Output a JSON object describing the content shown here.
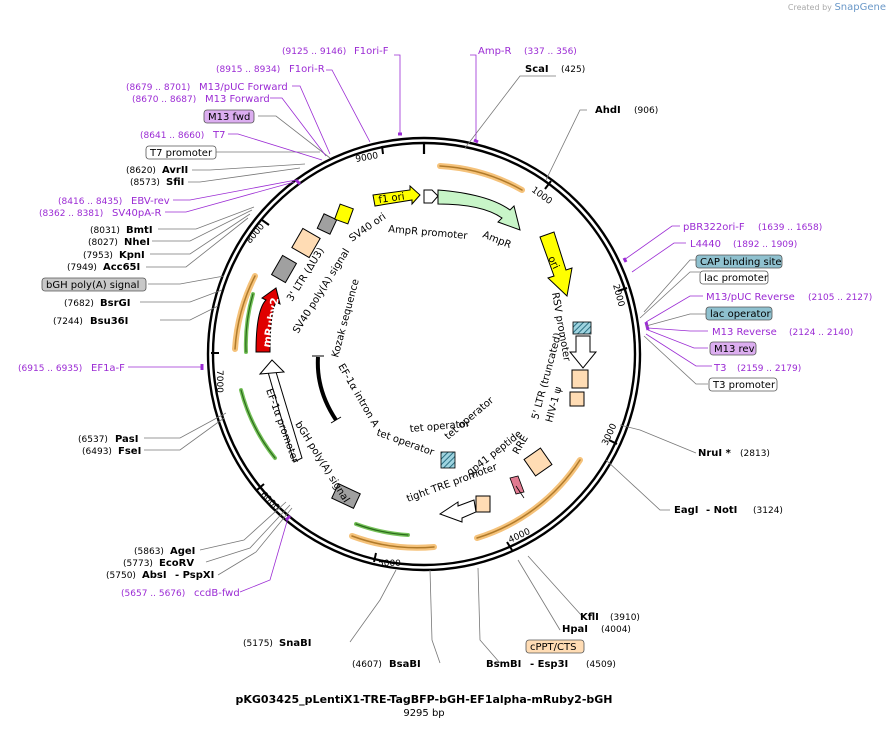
{
  "credit": {
    "prefix": "Created by",
    "brand": "SnapGene"
  },
  "plasmid": {
    "name": "pKG03425_pLentiX1-TRE-TagBFP-bGH-EF1alpha-mRuby2-bGH",
    "length": "9295 bp"
  },
  "ticks": [
    "1000",
    "2000",
    "3000",
    "4000",
    "5000",
    "6000",
    "7000",
    "8000",
    "9000"
  ],
  "sites": [
    {
      "name": "ScaI",
      "pos": "(425)"
    },
    {
      "name": "AhdI",
      "pos": "(906)"
    },
    {
      "name": "NruI *",
      "pos": "(2813)"
    },
    {
      "name": "EagI",
      "name2": "- NotI",
      "pos": "(3124)"
    },
    {
      "name": "KflI",
      "pos": "(3910)"
    },
    {
      "name": "HpaI",
      "pos": "(4004)"
    },
    {
      "name": "BsmBI",
      "name2": "- Esp3I",
      "pos": "(4509)"
    },
    {
      "name": "BsaBI",
      "pos": "(4607)"
    },
    {
      "name": "SnaBI",
      "pos": "(5175)"
    },
    {
      "name": "AgeI",
      "pos": "(5863)"
    },
    {
      "name": "EcoRV",
      "pos": "(5773)"
    },
    {
      "name": "AbsI",
      "name2": "- PspXI",
      "pos": "(5750)"
    },
    {
      "name": "PasI",
      "pos": "(6537)"
    },
    {
      "name": "FseI",
      "pos": "(6493)"
    },
    {
      "name": "Bsu36I",
      "pos": "(7244)"
    },
    {
      "name": "BsrGI",
      "pos": "(7682)"
    },
    {
      "name": "Acc65I",
      "pos": "(7949)"
    },
    {
      "name": "KpnI",
      "pos": "(7953)"
    },
    {
      "name": "NheI",
      "pos": "(8027)"
    },
    {
      "name": "BmtI",
      "pos": "(8031)"
    },
    {
      "name": "SfiI",
      "pos": "(8573)"
    },
    {
      "name": "AvrII",
      "pos": "(8620)"
    }
  ],
  "primers": [
    {
      "name": "F1ori-F",
      "pos": "(9125 .. 9146)"
    },
    {
      "name": "F1ori-R",
      "pos": "(8915 .. 8934)"
    },
    {
      "name": "M13/pUC Forward",
      "pos": "(8679 .. 8701)"
    },
    {
      "name": "M13 Forward",
      "pos": "(8670 .. 8687)"
    },
    {
      "name": "T7",
      "pos": "(8641 .. 8660)"
    },
    {
      "name": "EBV-rev",
      "pos": "(8416 .. 8435)"
    },
    {
      "name": "SV40pA-R",
      "pos": "(8362 .. 8381)"
    },
    {
      "name": "EF1a-F",
      "pos": "(6915 .. 6935)"
    },
    {
      "name": "ccdB-fwd",
      "pos": "(5657 .. 5676)"
    },
    {
      "name": "Amp-R",
      "pos": "(337 .. 356)"
    },
    {
      "name": "pBR322ori-F",
      "pos": "(1639 .. 1658)"
    },
    {
      "name": "L4440",
      "pos": "(1892 .. 1909)"
    },
    {
      "name": "M13/pUC Reverse",
      "pos": "(2105 .. 2127)"
    },
    {
      "name": "M13 Reverse",
      "pos": "(2124 .. 2140)"
    },
    {
      "name": "T3",
      "pos": "(2159 .. 2179)"
    }
  ],
  "boxed_labels": [
    {
      "text": "M13 fwd",
      "kind": "primer"
    },
    {
      "text": "T7 promoter",
      "kind": "promoter"
    },
    {
      "text": "bGH poly(A) signal",
      "kind": "polyA"
    },
    {
      "text": "CAP binding site",
      "kind": "protein-bind"
    },
    {
      "text": "lac promoter",
      "kind": "promoter"
    },
    {
      "text": "lac operator",
      "kind": "protein-bind"
    },
    {
      "text": "M13 rev",
      "kind": "primer"
    },
    {
      "text": "T3 promoter",
      "kind": "promoter"
    },
    {
      "text": "cPPT/CTS",
      "kind": "misc"
    }
  ],
  "features": [
    "f1 ori",
    "AmpR promoter",
    "AmpR",
    "ori",
    "RSV promoter",
    "5' LTR (truncated)",
    "HIV-1 ψ",
    "RRE",
    "gp41 peptide",
    "tight TRE promoter",
    "tet operator",
    "tet operator",
    "tet operator",
    "bGH poly(A) signal",
    "EF-1α promoter",
    "mRuby2",
    "EF-1α intron A",
    "Kozak sequence",
    "SV40 poly(A) signal",
    "3' LTR (ΔU3)",
    "SV40 ori"
  ],
  "colors": {
    "primer": "#9b2bd4",
    "primer_box": "#dcaef0",
    "protein_bind": "#8fc1cf",
    "polyA": "#c8c8c8",
    "promoter": "#ffffff",
    "cpp": "#ffdcb4",
    "orf_green": "#c8f5c8",
    "ori_yellow": "#ffff00",
    "mruby": "#e00000",
    "ltr": "#ffdcb4",
    "gray_feature": "#a0a0a0",
    "orange_arc": "#f5c27a"
  }
}
